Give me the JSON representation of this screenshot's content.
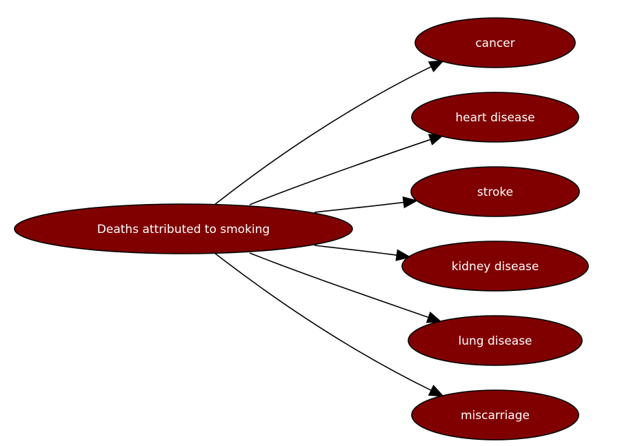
{
  "diagram": {
    "type": "directed-graph",
    "node_color": "#800000",
    "edge_color": "#000000",
    "label_color": "#ffffff",
    "root": {
      "id": "root",
      "label": "Deaths attributed to smoking"
    },
    "children": [
      {
        "id": "cancer",
        "label": "cancer"
      },
      {
        "id": "heart-disease",
        "label": "heart disease"
      },
      {
        "id": "stroke",
        "label": "stroke"
      },
      {
        "id": "kidney-disease",
        "label": "kidney disease"
      },
      {
        "id": "lung-disease",
        "label": "lung disease"
      },
      {
        "id": "miscarriage",
        "label": "miscarriage"
      }
    ],
    "edges": [
      {
        "from": "root",
        "to": "cancer"
      },
      {
        "from": "root",
        "to": "heart-disease"
      },
      {
        "from": "root",
        "to": "stroke"
      },
      {
        "from": "root",
        "to": "kidney-disease"
      },
      {
        "from": "root",
        "to": "lung-disease"
      },
      {
        "from": "root",
        "to": "miscarriage"
      }
    ]
  }
}
